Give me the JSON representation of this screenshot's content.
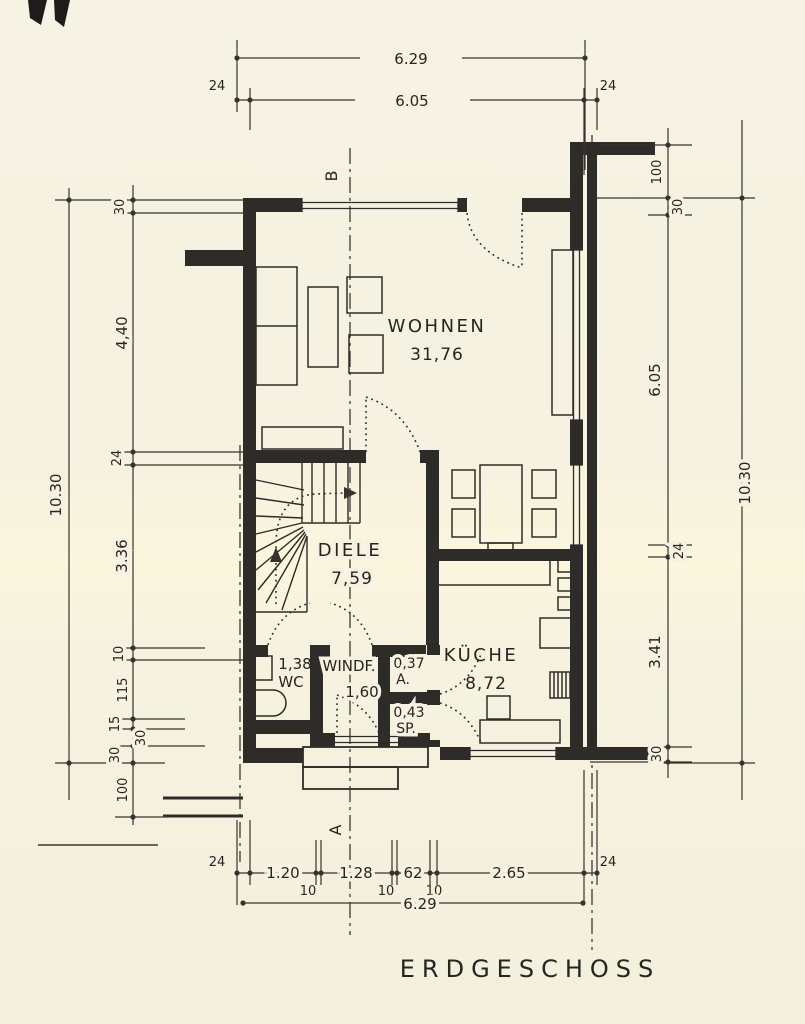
{
  "title": "ERDGESCHOSS",
  "colors": {
    "paper": "#f6f1e0",
    "ink": "#2e2c28"
  },
  "rooms": {
    "wohnen": {
      "name": "WOHNEN",
      "area": "31,76"
    },
    "diele": {
      "name": "DIELE",
      "area": "7,59"
    },
    "kueche": {
      "name": "KÜCHE",
      "area": "8,72"
    },
    "wc": {
      "name": "WC",
      "area": "1,38"
    },
    "windfang": {
      "name": "WINDF.",
      "area": "1,60"
    },
    "abstellraum": {
      "name": "A.",
      "area": "0,37"
    },
    "speisekammer": {
      "name": "SP.",
      "area": "0,43"
    }
  },
  "section_markers": {
    "top": "B",
    "bottom": "A"
  },
  "dimensions": {
    "top": {
      "total": "6.29",
      "inner": "6.05",
      "left_wall": "24",
      "right_wall": "24"
    },
    "bottom": {
      "total": "6.29",
      "wall_left": "24",
      "d1": "1.20",
      "t1": "10",
      "d2": "1.28",
      "t2": "10",
      "d3": "62",
      "t3": "10",
      "d4": "2.65",
      "wall_right": "24"
    },
    "left": {
      "total": "10.30",
      "w30": "30",
      "h440": "4,40",
      "w24": "24",
      "h336": "3.36",
      "t10": "10",
      "h115": "115",
      "t15": "15",
      "t30a": "30",
      "t30b": "30",
      "h100": "100"
    },
    "right": {
      "total": "10.30",
      "h100": "100",
      "w30": "30",
      "h605": "6.05",
      "w24": "24",
      "h341": "3.41",
      "w30b": "30"
    }
  }
}
